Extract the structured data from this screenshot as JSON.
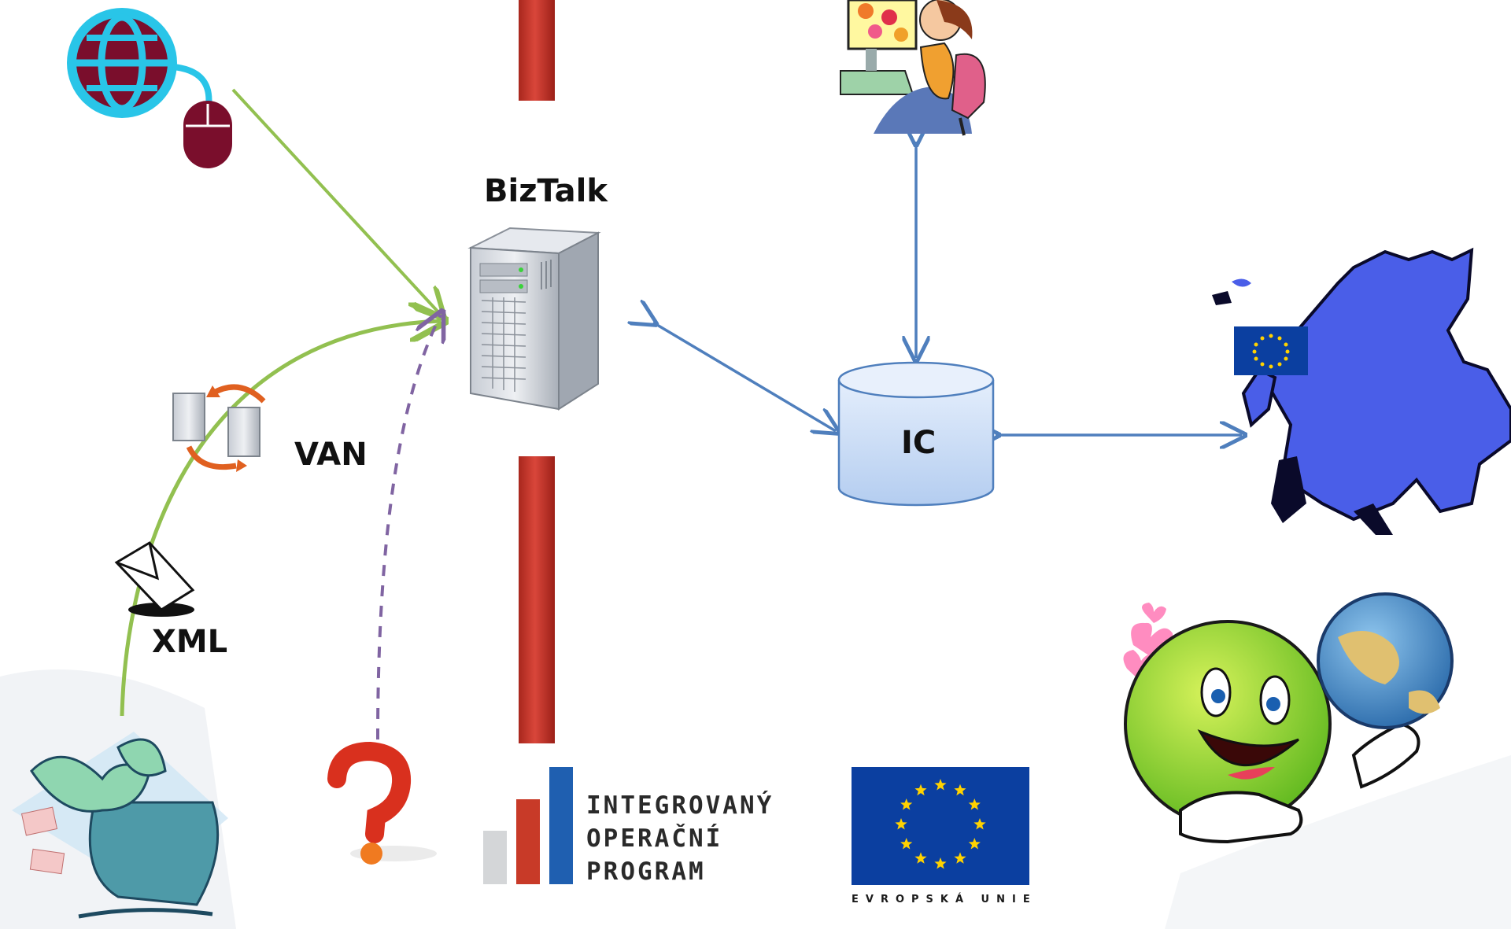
{
  "labels": {
    "biztalk": "BizTalk",
    "ic": "IC",
    "van": "VAN",
    "xml": "XML"
  },
  "logos": {
    "iop_lines": [
      "INTEGROVANÝ",
      "OPERAČNÍ",
      "PROGRAM"
    ],
    "eu_caption": "EVROPSKÁ UNIE"
  },
  "colors": {
    "green_arrow": "#92c050",
    "blue_arrow": "#4f7fbd",
    "dashed_arrow": "#8064a2",
    "bar_red": "#c0392b",
    "cylinder_fill": "#c9dcf7",
    "eu_blue": "#0b3fa0",
    "eu_star": "#ffd200",
    "europe_map": "#4a5ee8"
  },
  "icons": [
    "globe-mouse-icon",
    "person-at-computer-icon",
    "server-icon",
    "database-cylinder-icon",
    "europe-map-icon",
    "eu-flag-icon",
    "van-servers-icon",
    "envelope-icon",
    "paper-recycle-bin-icon",
    "question-mark-icon",
    "smiley-with-globe-icon"
  ]
}
